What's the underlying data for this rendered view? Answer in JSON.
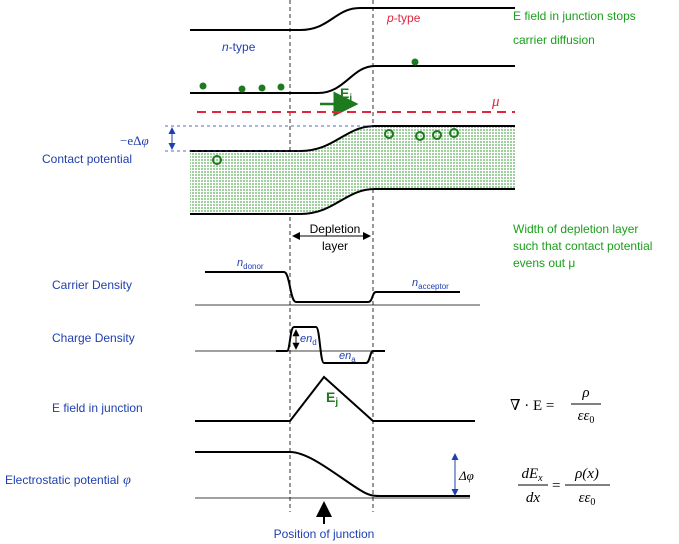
{
  "labels": {
    "n_type_prefix": "n",
    "n_type_suffix": "-type",
    "p_type_prefix": "p",
    "p_type_suffix": "-type",
    "e_field_note_line1": "E field in junction stops",
    "e_field_note_line2": "carrier diffusion",
    "ej_main": "E",
    "ej_sub": "j",
    "mu": "μ",
    "minus_e_delta_phi": "−eΔ",
    "phi": "φ",
    "contact_potential": "Contact potential",
    "depletion_line1": "Depletion",
    "depletion_line2": "layer",
    "width_note_line1": "Width of depletion layer",
    "width_note_line2": "such that contact potential",
    "width_note_line3": "evens out μ",
    "carrier_density": "Carrier Density",
    "n_donor_n": "n",
    "n_donor_sub": "donor",
    "n_acceptor_n": "n",
    "n_acceptor_sub": "acceptor",
    "charge_density": "Charge Density",
    "en_d_main": "en",
    "en_d_sub": "d",
    "en_a_main": "en",
    "en_a_sub": "a",
    "e_field_in_junction": "E field in junction",
    "ej2_main": "E",
    "ej2_sub": "j",
    "electrostatic_potential": "Electrostatic potential",
    "electrostatic_phi": "φ",
    "delta_phi": "Δφ",
    "position_of_junction": "Position of junction"
  },
  "equations": {
    "gauss_lhs": "∇ · E =",
    "gauss_num": "ρ",
    "gauss_den": "εε",
    "gauss_den_sub": "0",
    "poisson_num_lhs": "dE",
    "poisson_num_lhs_sub": "x",
    "poisson_den_lhs": "dx",
    "poisson_eq": "=",
    "poisson_num_rhs": "ρ(x)",
    "poisson_den_rhs": "εε",
    "poisson_den_rhs_sub": "0"
  },
  "colors": {
    "text_blue": "#1f3fb0",
    "text_green": "#1aa01a",
    "text_red": "#e0263c",
    "dot_green": "#1e7a1e",
    "band_fill": "#c9e6c9"
  }
}
